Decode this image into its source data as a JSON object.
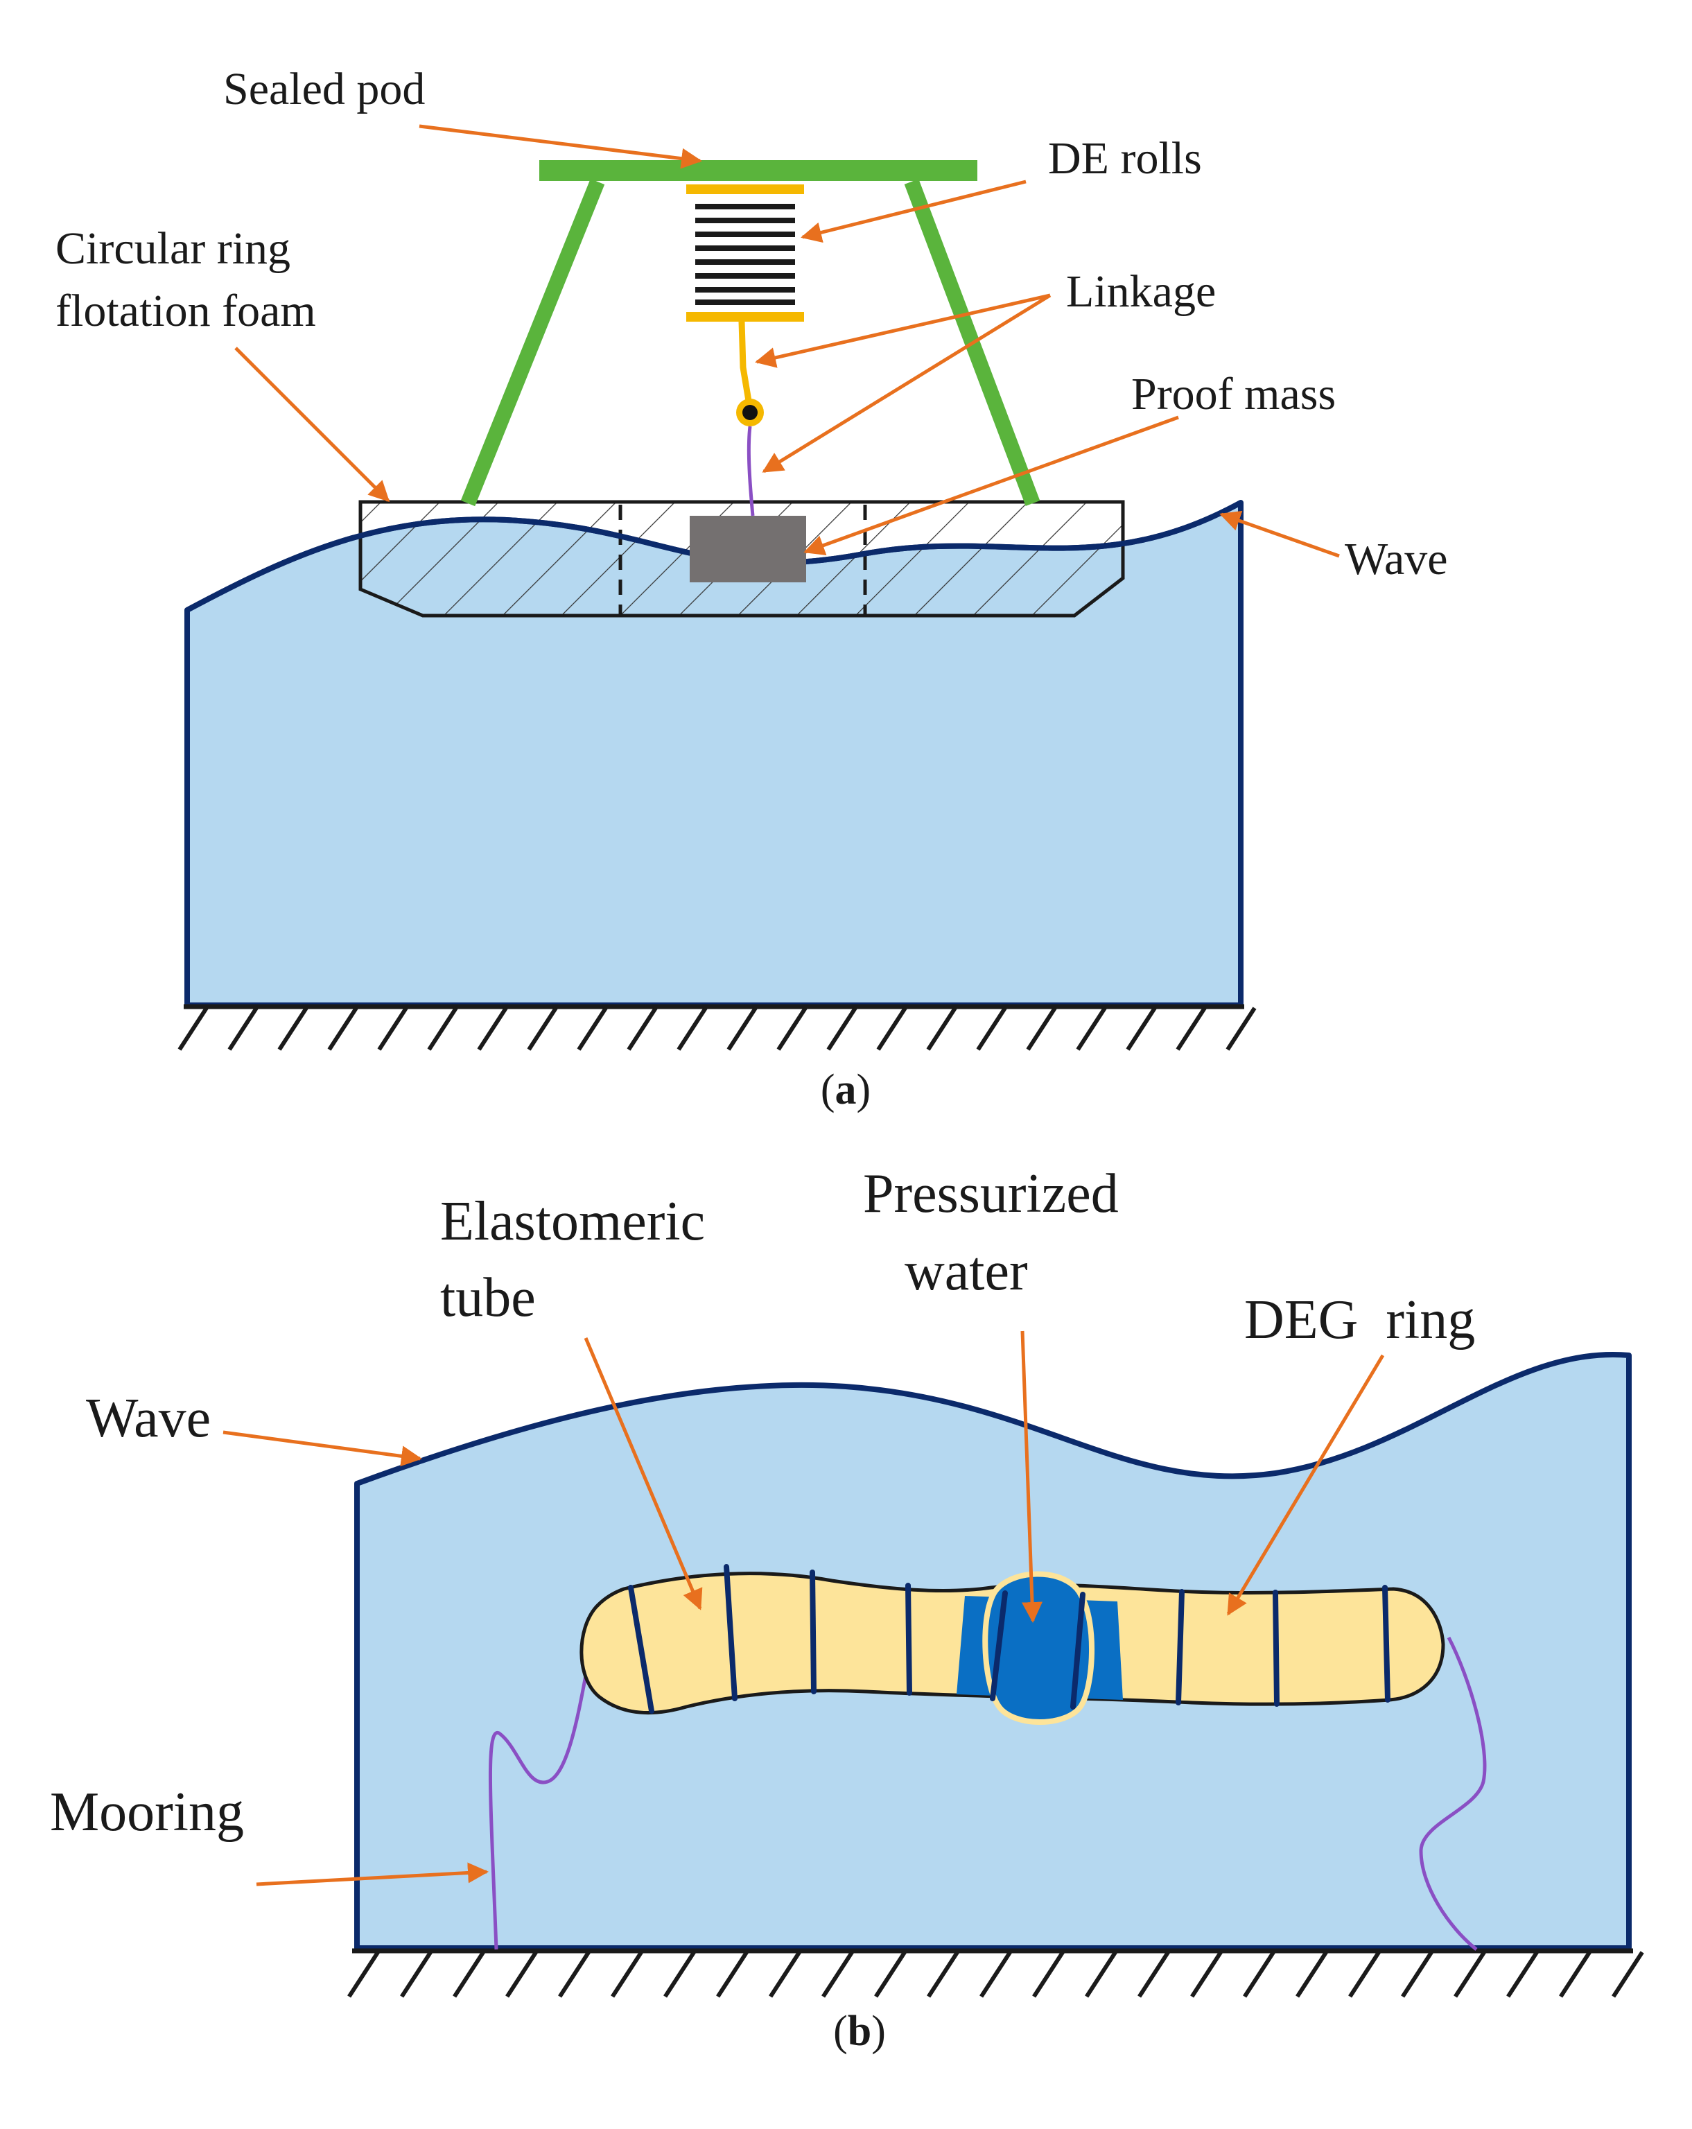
{
  "panel_a": {
    "caption_open": "(",
    "caption_letter": "a",
    "caption_close": ")",
    "labels": {
      "sealed_pod": "Sealed pod",
      "de_rolls": "DE rolls",
      "circular_ring_line1": "Circular ring",
      "circular_ring_line2": "flotation foam",
      "linkage": "Linkage",
      "proof_mass": "Proof mass",
      "wave": "Wave"
    }
  },
  "panel_b": {
    "caption_open": "(",
    "caption_letter": "b",
    "caption_close": ")",
    "labels": {
      "elastomeric_line1": "Elastomeric",
      "elastomeric_line2": "tube",
      "pressurized_line1": "Pressurized",
      "pressurized_line2": "water",
      "deg_ring": "DEG  ring",
      "wave": "Wave",
      "mooring": "Mooring"
    }
  },
  "colors": {
    "water_fill": "#b5d8f0",
    "water_stroke": "#0b2a6b",
    "frame_green": "#5ab43c",
    "linkage_yellow": "#f5b800",
    "arrow_orange": "#e8701e",
    "proof_mass_gray": "#747070",
    "tube_fill": "#fde49a",
    "pressurized_blue": "#0a6fc4",
    "mooring_purple": "#8a4fc4"
  }
}
